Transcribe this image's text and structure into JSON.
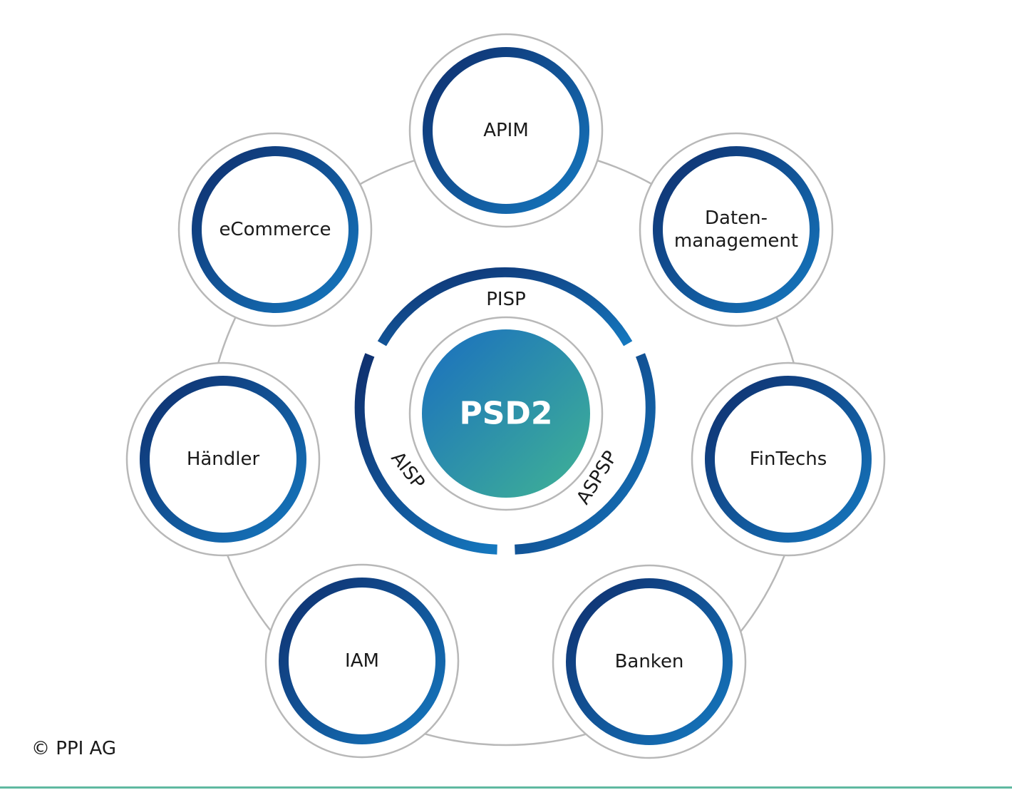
{
  "diagram": {
    "center": {
      "label": "PSD2"
    },
    "arc_labels": [
      {
        "id": "pisp",
        "label": "PISP"
      },
      {
        "id": "aisp",
        "label": "AISP"
      },
      {
        "id": "aspsp",
        "label": "ASPSP"
      }
    ],
    "nodes": [
      {
        "id": "apim",
        "lines": [
          "APIM"
        ]
      },
      {
        "id": "datenmanagement",
        "lines": [
          "Daten-",
          "management"
        ]
      },
      {
        "id": "fintechs",
        "lines": [
          "FinTechs"
        ]
      },
      {
        "id": "banken",
        "lines": [
          "Banken"
        ]
      },
      {
        "id": "iam",
        "lines": [
          "IAM"
        ]
      },
      {
        "id": "haendler",
        "lines": [
          "Händler"
        ]
      },
      {
        "id": "ecommerce",
        "lines": [
          "eCommerce"
        ]
      }
    ]
  },
  "footer": {
    "copyright": "© PPI AG"
  },
  "colors": {
    "ring_dark": "#0f2f6e",
    "ring_light": "#1578bf",
    "gray_outline": "#b8b8b8",
    "center_start": "#1a6ec0",
    "center_end": "#40b394",
    "bottom_rule": "#5fb9a0"
  }
}
